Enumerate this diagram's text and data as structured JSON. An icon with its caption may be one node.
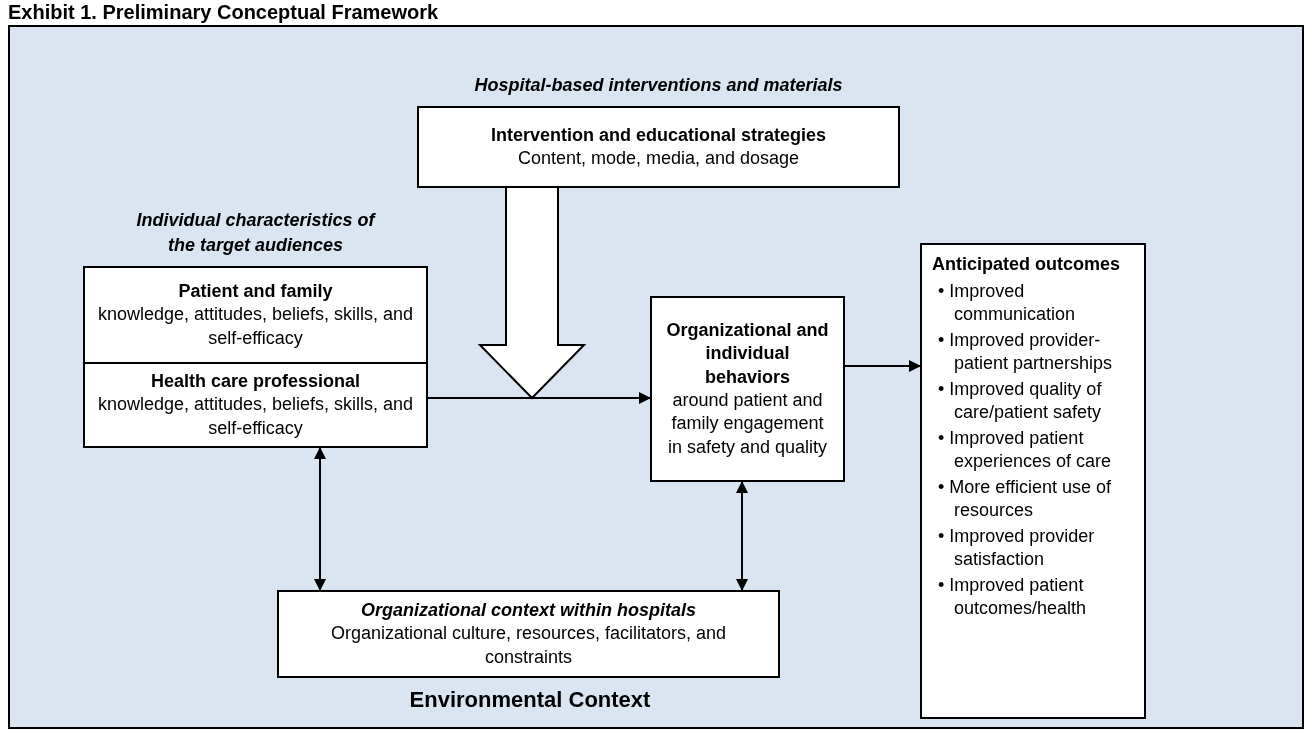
{
  "diagram": {
    "title": "Exhibit 1. Preliminary Conceptual Framework",
    "nodes": [
      {
        "text": [
          "Environmental Context"
        ]
      },
      {
        "text": [
          "Intervention and educational strategies",
          "Content, mode, media, and dosage"
        ],
        "beside": [
          "Hospital-based interventions and materials"
        ],
        "in": 0
      },
      {
        "text": [],
        "shape": "box",
        "beside": [
          "Individual characteristics of the target audiences"
        ],
        "in": 0
      },
      {
        "text": [
          "Patient and family",
          "knowledge, attitudes, beliefs, skills, and self-efficacy"
        ],
        "in": 2
      },
      {
        "text": [
          "Health care professional",
          "knowledge, attitudes, beliefs, skills, and self-efficacy"
        ],
        "in": 2
      },
      {
        "text": [
          "Organizational and individual behaviors",
          "around patient and family engagement in safety and quality"
        ],
        "in": 0
      },
      {
        "text": [
          "Organizational context within hospitals",
          "Organizational culture, resources, facilitators, and constraints"
        ],
        "in": 0
      },
      {
        "text": [
          "Anticipated outcomes",
          "• Improved communication",
          "• Improved provider-patient partnerships",
          "• Improved quality of care/patient safety",
          "• Improved patient experiences of care",
          "• More efficient use of resources",
          "• Improved provider satisfaction",
          "• Improved patient outcomes/health"
        ],
        "in": 0
      }
    ],
    "edges": [
      {
        "from": 4,
        "to": 5,
        "arrow": "to"
      },
      {
        "from": 5,
        "to": 7,
        "arrow": "to"
      },
      {
        "from": 4,
        "to": 6,
        "arrow": "both"
      },
      {
        "from": 5,
        "to": 6,
        "arrow": "both"
      },
      {
        "from": 1,
        "to": null,
        "arrow": "to",
        "style": "thick"
      }
    ]
  }
}
